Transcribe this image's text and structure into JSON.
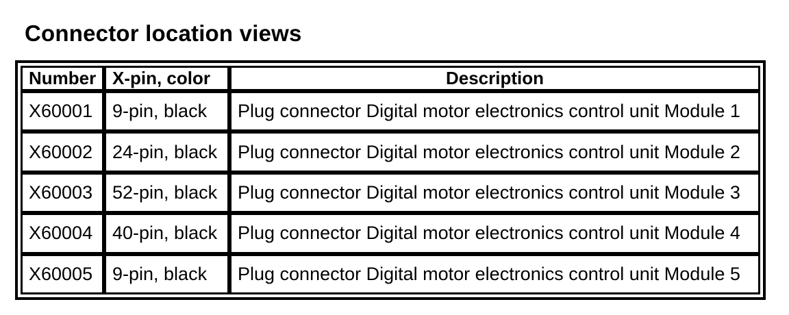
{
  "page": {
    "title": "Connector location views"
  },
  "colors": {
    "text": "#000000",
    "background": "#ffffff",
    "border": "#000000"
  },
  "table": {
    "columns": [
      {
        "key": "number",
        "label": "Number",
        "align": "left"
      },
      {
        "key": "pin_color",
        "label": "X-pin, color",
        "align": "left"
      },
      {
        "key": "description",
        "label": "Description",
        "align": "center"
      }
    ],
    "rows": [
      {
        "number": "X60001",
        "pin_color": "9-pin, black",
        "description": "Plug connector Digital motor electronics control unit Module 1"
      },
      {
        "number": "X60002",
        "pin_color": "24-pin, black",
        "description": "Plug connector Digital motor electronics control unit Module 2"
      },
      {
        "number": "X60003",
        "pin_color": "52-pin, black",
        "description": "Plug connector Digital motor electronics control unit Module 3"
      },
      {
        "number": "X60004",
        "pin_color": "40-pin, black",
        "description": "Plug connector Digital motor electronics control unit Module 4"
      },
      {
        "number": "X60005",
        "pin_color": "9-pin, black",
        "description": "Plug connector Digital motor electronics control unit Module 5"
      }
    ]
  }
}
